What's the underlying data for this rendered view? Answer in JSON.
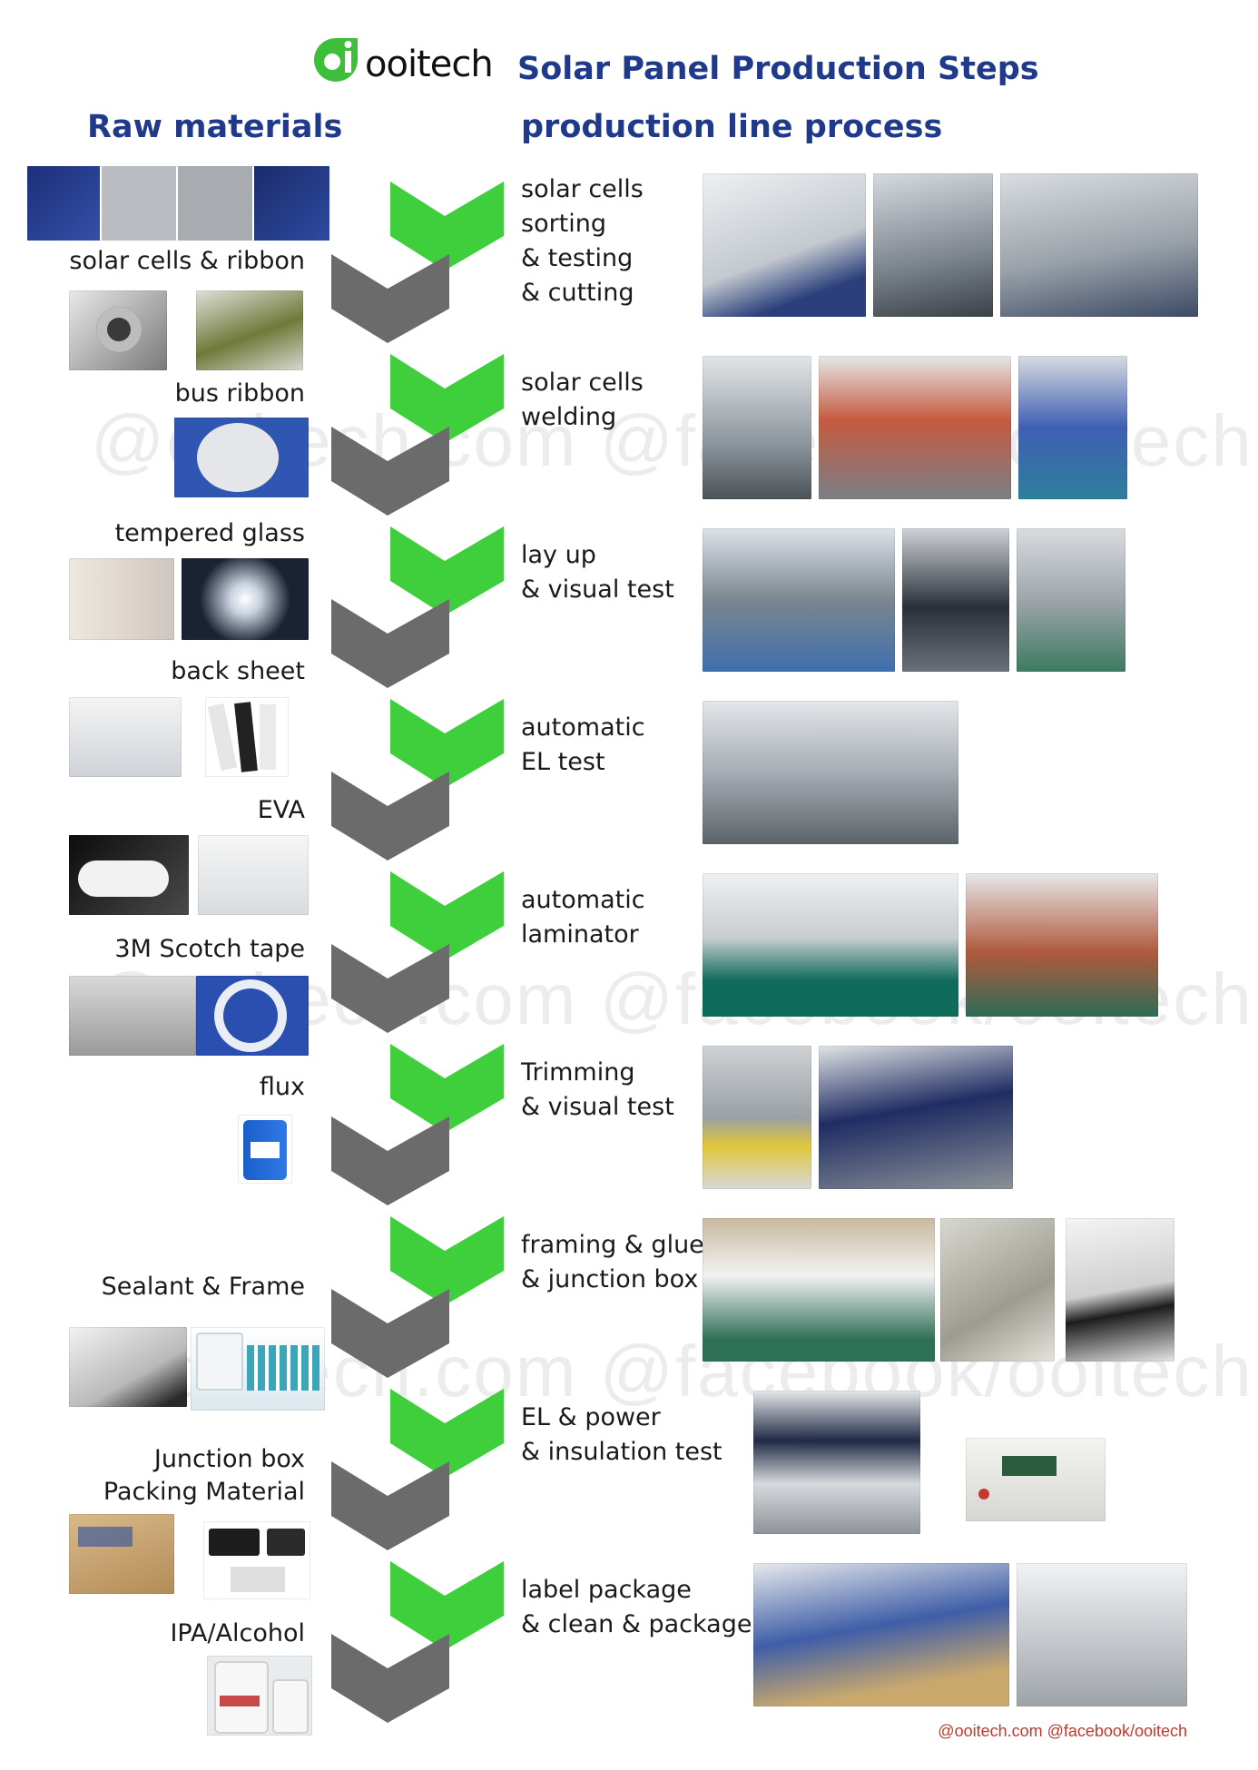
{
  "header": {
    "brand": "ooitech",
    "title": "Solar Panel Production Steps"
  },
  "columns": {
    "left_title": "Raw materials",
    "right_title": "production line process"
  },
  "materials": [
    "solar cells & ribbon",
    "bus ribbon",
    "tempered glass",
    "back sheet",
    "EVA",
    "3M Scotch tape",
    "flux",
    "Sealant & Frame",
    "Junction box\nPacking Material",
    "IPA/Alcohol"
  ],
  "steps": [
    "solar cells\nsorting\n& testing\n& cutting",
    "solar cells\nwelding",
    "lay up\n& visual test",
    "automatic\nEL test",
    "automatic\nlaminator",
    "Trimming\n& visual test",
    "framing & glue\n& junction box",
    "EL  & power\n& insulation test",
    "label package\n& clean & package"
  ],
  "watermark": "@ooitech.com @facebook/ooitech",
  "footer": {
    "credit": "@ooitech.com @facebook/ooitech"
  },
  "colors": {
    "brand_green": "#3dbf3a",
    "chevron_green": "#3fcf3c",
    "chevron_gray": "#6b6b6b",
    "title_blue": "#1f3a8a",
    "credit_red": "#c0392b"
  }
}
